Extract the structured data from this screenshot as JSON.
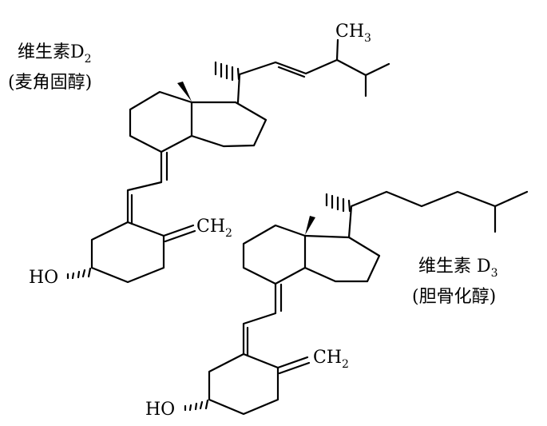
{
  "compounds": [
    {
      "id": "vitamin-d2",
      "name": "维生素D",
      "name_subscript": "2",
      "alt_name": "(麦角固醇)"
    },
    {
      "id": "vitamin-d3",
      "name": "维生素 D",
      "name_subscript": "3",
      "alt_name": "(胆骨化醇)"
    }
  ],
  "atoms": {
    "ch3_main": "CH",
    "ch3_sub": "3",
    "ch2_main": "CH",
    "ch2_sub": "2",
    "ho": "HO"
  }
}
